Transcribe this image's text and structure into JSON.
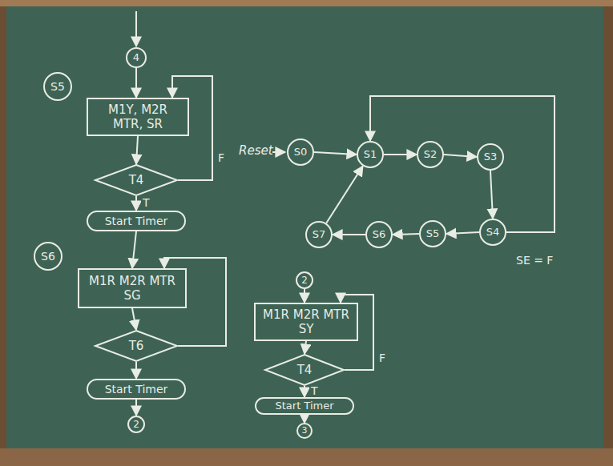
{
  "diagram": {
    "nodes": [
      {
        "text": [
          "4"
        ]
      },
      {
        "text": [
          "S5"
        ]
      },
      {
        "text": [
          "M1Y, M2R MTR, SR"
        ]
      },
      {
        "text": [
          "T4"
        ]
      },
      {
        "text": [
          "Start Timer"
        ]
      },
      {
        "text": [
          "S6"
        ]
      },
      {
        "text": [
          "M1R M2R MTR SG"
        ]
      },
      {
        "text": [
          "T6"
        ]
      },
      {
        "text": [
          "Start Timer"
        ]
      },
      {
        "text": [
          "2"
        ]
      },
      {
        "text": [
          "S0"
        ]
      },
      {
        "text": [
          "S1"
        ]
      },
      {
        "text": [
          "S2"
        ]
      },
      {
        "text": [
          "S3"
        ]
      },
      {
        "text": [
          "S4"
        ]
      },
      {
        "text": [
          "S5"
        ]
      },
      {
        "text": [
          "S6"
        ]
      },
      {
        "text": [
          "S7"
        ]
      },
      {
        "text": [
          "2"
        ]
      },
      {
        "text": [
          "M1R M2R MTR SY"
        ]
      },
      {
        "text": [
          "T4"
        ]
      },
      {
        "text": [
          "Start Timer"
        ]
      },
      {
        "text": [
          "3"
        ]
      }
    ],
    "edges": [
      {
        "from": 0,
        "to": 2,
        "arrow": "to"
      },
      {
        "from": 2,
        "to": 3,
        "arrow": "to"
      },
      {
        "from": 3,
        "to": 2,
        "label": "F",
        "arrow": "to"
      },
      {
        "from": 3,
        "to": 4,
        "label": "T",
        "arrow": "to"
      },
      {
        "from": 4,
        "to": 6,
        "arrow": "to"
      },
      {
        "from": 6,
        "to": 7,
        "arrow": "to"
      },
      {
        "from": 7,
        "to": 6,
        "arrow": "to"
      },
      {
        "from": 7,
        "to": 8,
        "arrow": "to"
      },
      {
        "from": 8,
        "to": 9,
        "arrow": "to"
      },
      {
        "from": 10,
        "to": 11,
        "arrow": "to"
      },
      {
        "from": 11,
        "to": 12,
        "arrow": "to"
      },
      {
        "from": 12,
        "to": 13,
        "arrow": "to"
      },
      {
        "from": 13,
        "to": 14,
        "arrow": "to"
      },
      {
        "from": 14,
        "to": 15,
        "arrow": "to"
      },
      {
        "from": 15,
        "to": 16,
        "arrow": "to"
      },
      {
        "from": 16,
        "to": 17,
        "arrow": "to"
      },
      {
        "from": 17,
        "to": 11,
        "arrow": "to"
      },
      {
        "from": 14,
        "to": 11,
        "label": "SE = F",
        "arrow": "to"
      },
      {
        "from": 18,
        "to": 19,
        "arrow": "to"
      },
      {
        "from": 19,
        "to": 20,
        "arrow": "to"
      },
      {
        "from": 20,
        "to": 19,
        "label": "F",
        "arrow": "to"
      },
      {
        "from": 20,
        "to": 21,
        "label": "T",
        "arrow": "to"
      },
      {
        "from": 21,
        "to": 22,
        "arrow": "to"
      }
    ],
    "labels": [
      "Reset"
    ]
  }
}
